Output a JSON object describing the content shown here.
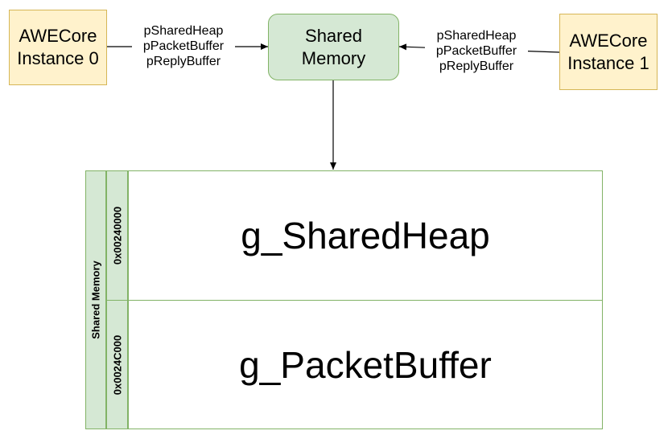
{
  "nodes": {
    "instance0": "AWECore\nInstance 0",
    "instance1": "AWECore\nInstance 1",
    "shared_memory": "Shared\nMemory"
  },
  "edges": {
    "left_labels": "pSharedHeap\npPacketBuffer\npReplyBuffer",
    "right_labels": "pSharedHeap\npPacketBuffer\npReplyBuffer"
  },
  "memory_table": {
    "container_label": "Shared Memory",
    "rows": [
      {
        "address": "0x00240000",
        "name": "g_SharedHeap"
      },
      {
        "address": "0x0024C000",
        "name": "g_PacketBuffer"
      }
    ]
  },
  "colors": {
    "instance_fill": "#fff2cc",
    "instance_border": "#d6b656",
    "memory_fill": "#d5e8d4",
    "memory_border": "#82b366"
  }
}
